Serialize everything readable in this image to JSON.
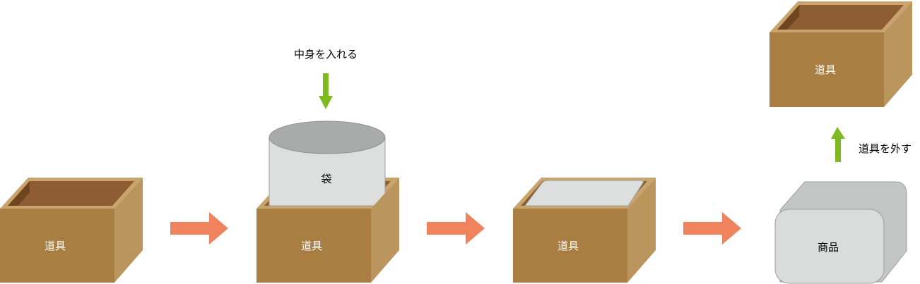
{
  "labels": {
    "tool": "道具",
    "bag": "袋",
    "product": "商品",
    "insert_contents": "中身を入れる",
    "remove_tool": "道具を外す"
  },
  "colors": {
    "box_front": "#a97e43",
    "box_side": "#bb955e",
    "box_rim": "#c9a46c",
    "box_interior": "#8e5d33",
    "box_interior_dark": "#6f4520",
    "flow_arrow": "#f0825e",
    "action_arrow": "#7fba22",
    "bag_body": "#dcdfdd",
    "bag_top": "#a9abab",
    "product_front": "#dadcdb",
    "product_back": "#c4c6c5"
  }
}
